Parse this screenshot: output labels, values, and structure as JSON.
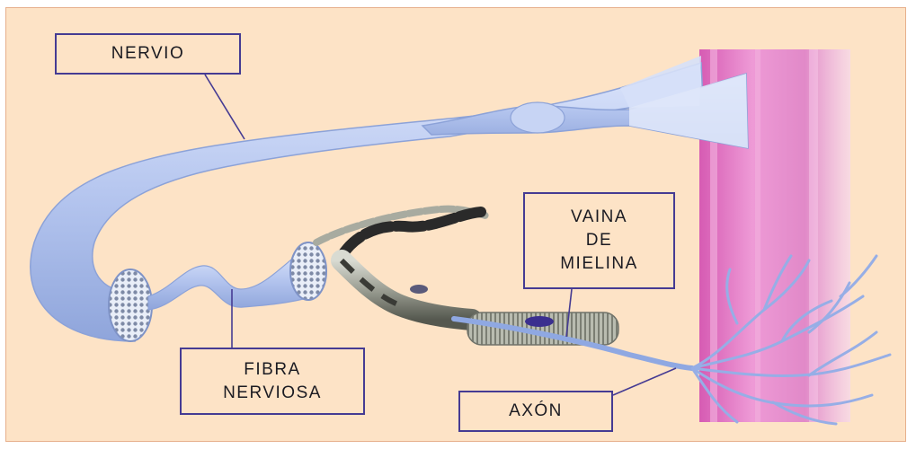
{
  "diagram": {
    "labels": {
      "nervio": "NERVIO",
      "fibra_nerviosa": "FIBRA\nNERVIOSA",
      "vaina_de_mielina": "VAINA\nDE\nMIELINA",
      "axon": "AXÓN"
    },
    "colors": {
      "background": "#fde3c6",
      "frame_border": "#e7b08c",
      "label_border": "#453b93",
      "nerve": "#b5c6ef",
      "muscle": "#e385c7",
      "myelin": "#8c8f85"
    }
  }
}
